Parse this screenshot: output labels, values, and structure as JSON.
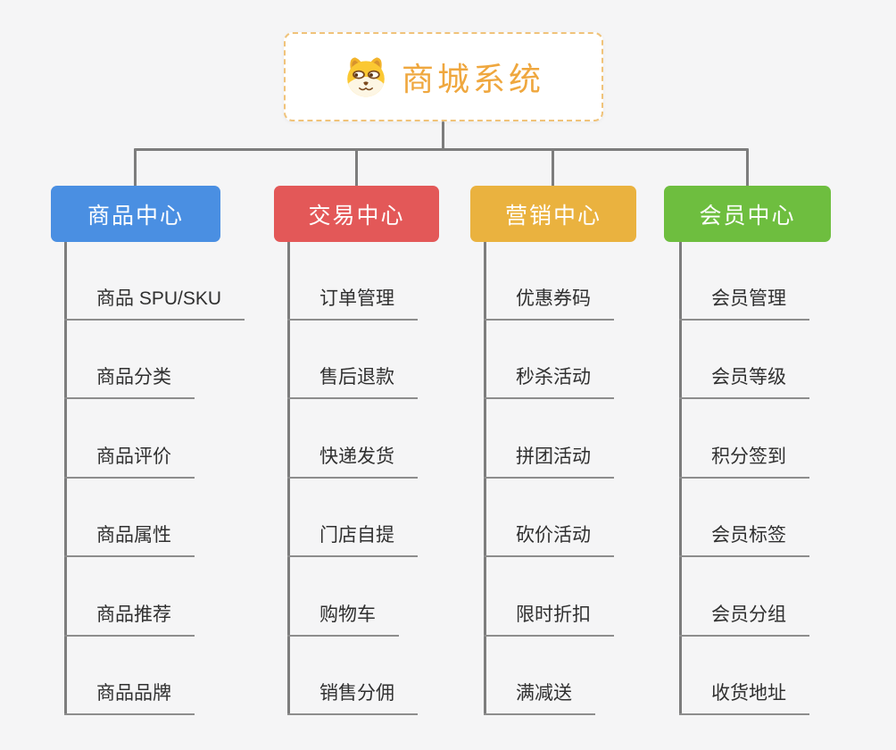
{
  "canvas": {
    "background": "#f5f5f6",
    "connector_color": "#7d7d7d",
    "underline_color": "#8d8d8d"
  },
  "root": {
    "label": "商城系统",
    "icon": "dog-face-icon",
    "text_color": "#efa73e",
    "border_color": "#f0c37a",
    "background": "#ffffff"
  },
  "branches": [
    {
      "label": "商品中心",
      "color": "#4a8fe2",
      "children": [
        "商品 SPU/SKU",
        "商品分类",
        "商品评价",
        "商品属性",
        "商品推荐",
        "商品品牌"
      ]
    },
    {
      "label": "交易中心",
      "color": "#e35858",
      "children": [
        "订单管理",
        "售后退款",
        "快递发货",
        "门店自提",
        "购物车",
        "销售分佣"
      ]
    },
    {
      "label": "营销中心",
      "color": "#eab23f",
      "children": [
        "优惠券码",
        "秒杀活动",
        "拼团活动",
        "砍价活动",
        "限时折扣",
        "满减送"
      ]
    },
    {
      "label": "会员中心",
      "color": "#6ebe3f",
      "children": [
        "会员管理",
        "会员等级",
        "积分签到",
        "会员标签",
        "会员分组",
        "收货地址"
      ]
    }
  ]
}
